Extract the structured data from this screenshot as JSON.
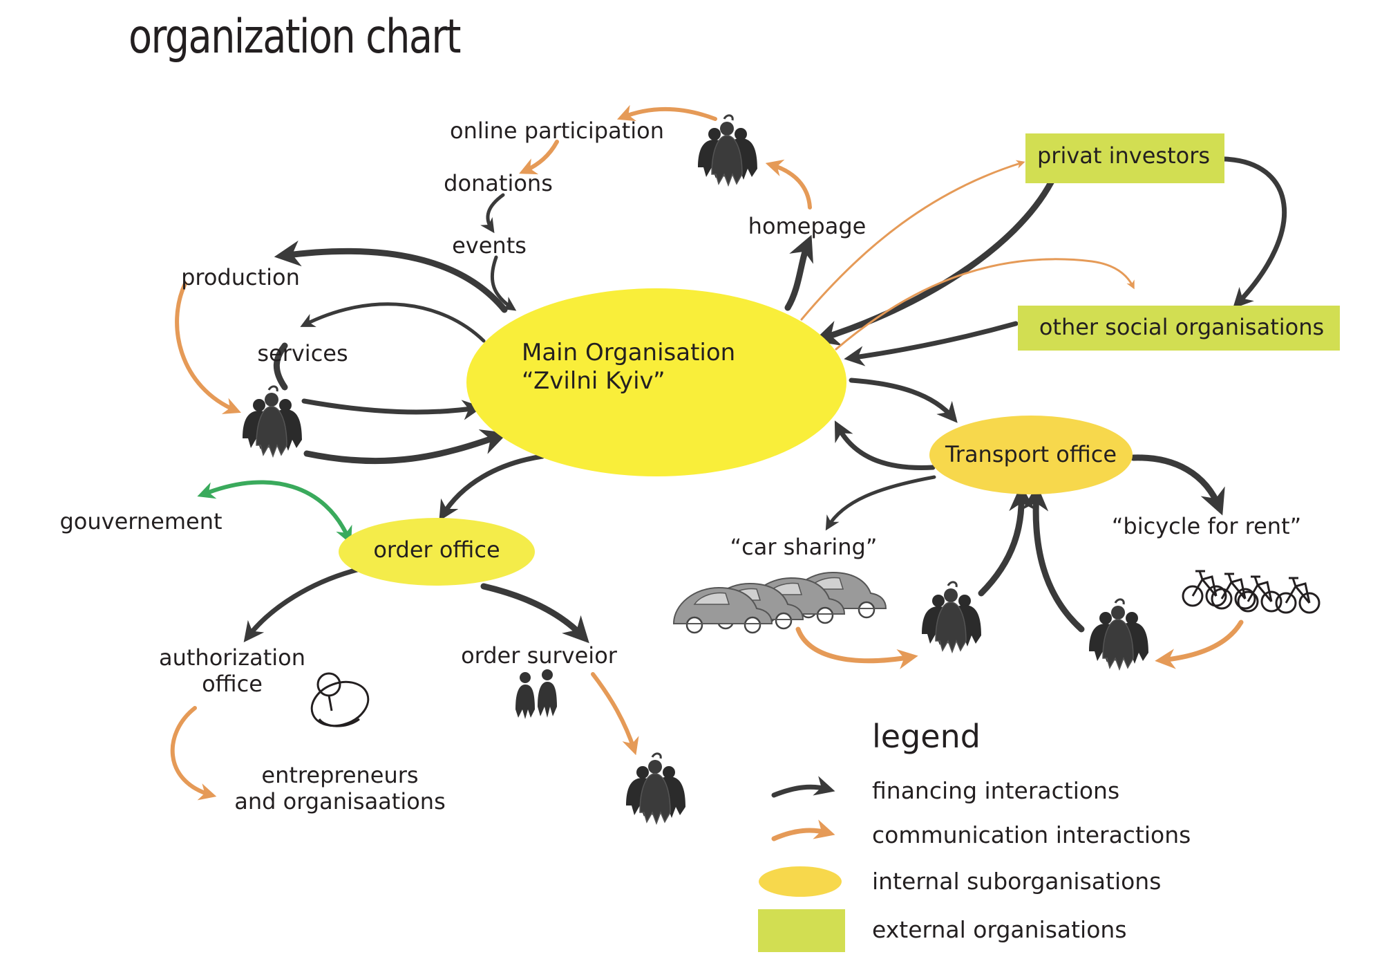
{
  "title": "organization chart",
  "nodes": {
    "main": [
      "Main Organisation",
      "“Zvilni Kyiv”"
    ],
    "transport": "Transport office",
    "order": "order office",
    "investors": "privat investors",
    "social": "other social organisations",
    "online": "online participation",
    "donations": "donations",
    "events": "events",
    "homepage": "homepage",
    "production": "production",
    "services": "services",
    "gouvernement": "gouvernement",
    "authorization": [
      "authorization",
      "office"
    ],
    "entrepreneurs": [
      "entrepreneurs",
      "and organisaations"
    ],
    "surveior": "order surveior",
    "car_sharing": "“car sharing”",
    "bicycle": "“bicycle for rent”"
  },
  "legend": {
    "title": "legend",
    "items": [
      {
        "label": "financing interactions",
        "icon": "dark-arrow-icon",
        "color": "#3a3a3a"
      },
      {
        "label": "communication interactions",
        "icon": "orange-arrow-icon",
        "color": "#e59a57"
      },
      {
        "label": "internal suborganisations",
        "icon": "yellow-ellipse-icon",
        "color": "#f7d84c"
      },
      {
        "label": "external organisations",
        "icon": "green-rect-icon",
        "color": "#d2de52"
      }
    ]
  },
  "colors": {
    "financing": "#3a3a3a",
    "communication": "#e59a57",
    "government": "#3aaa5c",
    "main_org": "#f9ee3a",
    "internal": "#f7d84c",
    "external": "#d2de52"
  }
}
